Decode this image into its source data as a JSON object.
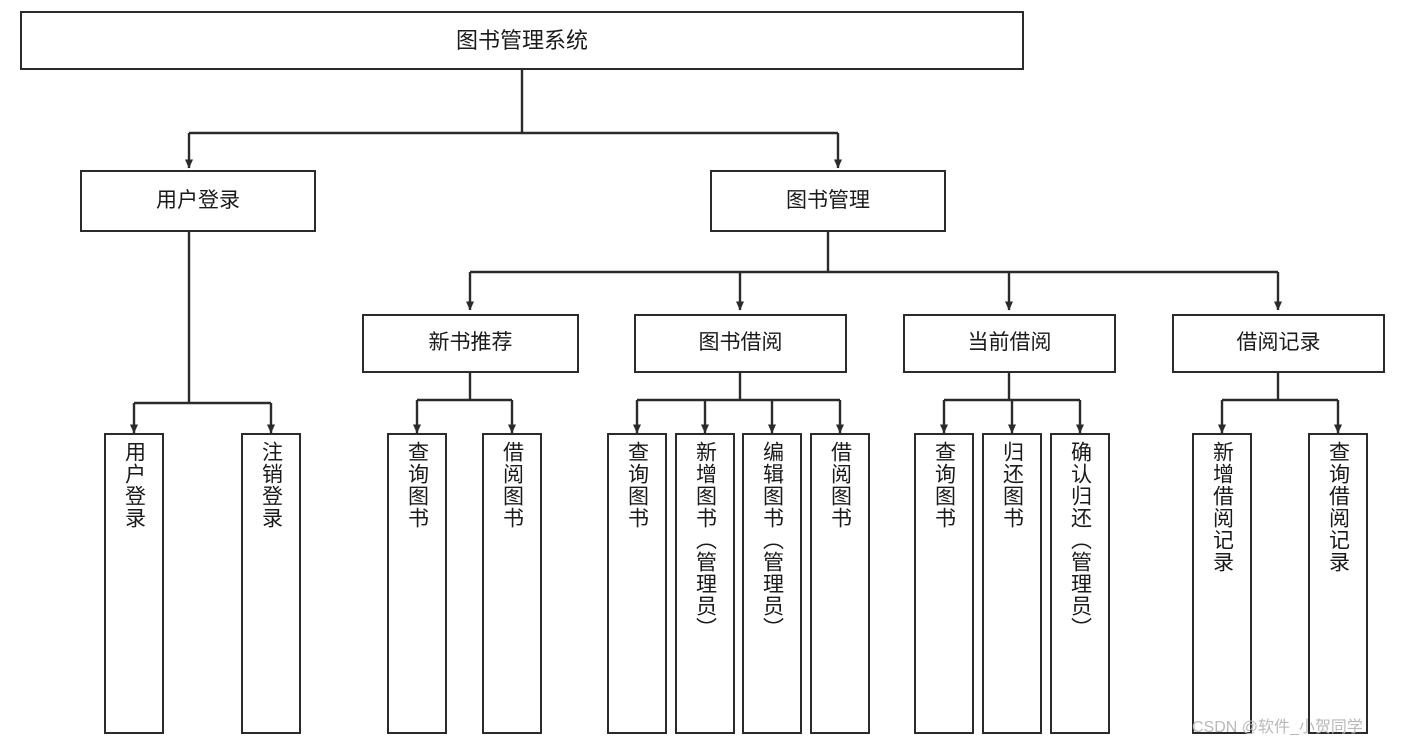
{
  "diagram": {
    "title": "图书管理系统",
    "type": "tree-hierarchy",
    "root": {
      "label": "图书管理系统"
    },
    "level1": [
      {
        "label": "用户登录"
      },
      {
        "label": "图书管理"
      }
    ],
    "level2": [
      {
        "label": "新书推荐"
      },
      {
        "label": "图书借阅"
      },
      {
        "label": "当前借阅"
      },
      {
        "label": "借阅记录"
      }
    ],
    "leaves": {
      "user_login": [
        {
          "label": "用户登录"
        },
        {
          "label": "注销登录"
        }
      ],
      "new_book_recommend": [
        {
          "label": "查询图书"
        },
        {
          "label": "借阅图书"
        }
      ],
      "book_borrow": [
        {
          "label": "查询图书"
        },
        {
          "label": "新增图书（管理员）"
        },
        {
          "label": "编辑图书（管理员）"
        },
        {
          "label": "借阅图书"
        }
      ],
      "current_borrow": [
        {
          "label": "查询图书"
        },
        {
          "label": "归还图书"
        },
        {
          "label": "确认归还（管理员）"
        }
      ],
      "borrow_records": [
        {
          "label": "新增借阅记录"
        },
        {
          "label": "查询借阅记录"
        }
      ]
    }
  },
  "watermark": {
    "text": "CSDN @软件_小贺同学"
  },
  "colors": {
    "stroke": "#2b2b2b",
    "background": "#ffffff",
    "text": "#1a1a1a",
    "watermark": "#b9b9b9"
  }
}
